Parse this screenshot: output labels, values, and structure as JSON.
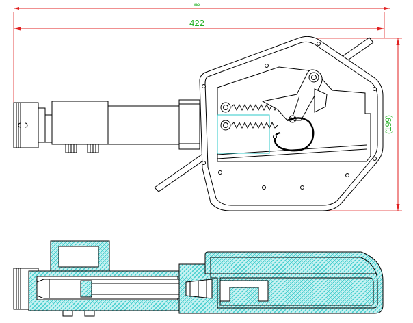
{
  "drawing": {
    "dimensions": {
      "overall_length": "653",
      "body_length": "422",
      "height": "(199)"
    },
    "colors": {
      "outline": "#000000",
      "dimension_line": "#e02020",
      "dimension_text": "#22b022",
      "hatch": "#2ec8c8",
      "highlight_box": "#2ec8c8",
      "background": "#ffffff"
    },
    "views": [
      "top-view",
      "section-view"
    ]
  }
}
